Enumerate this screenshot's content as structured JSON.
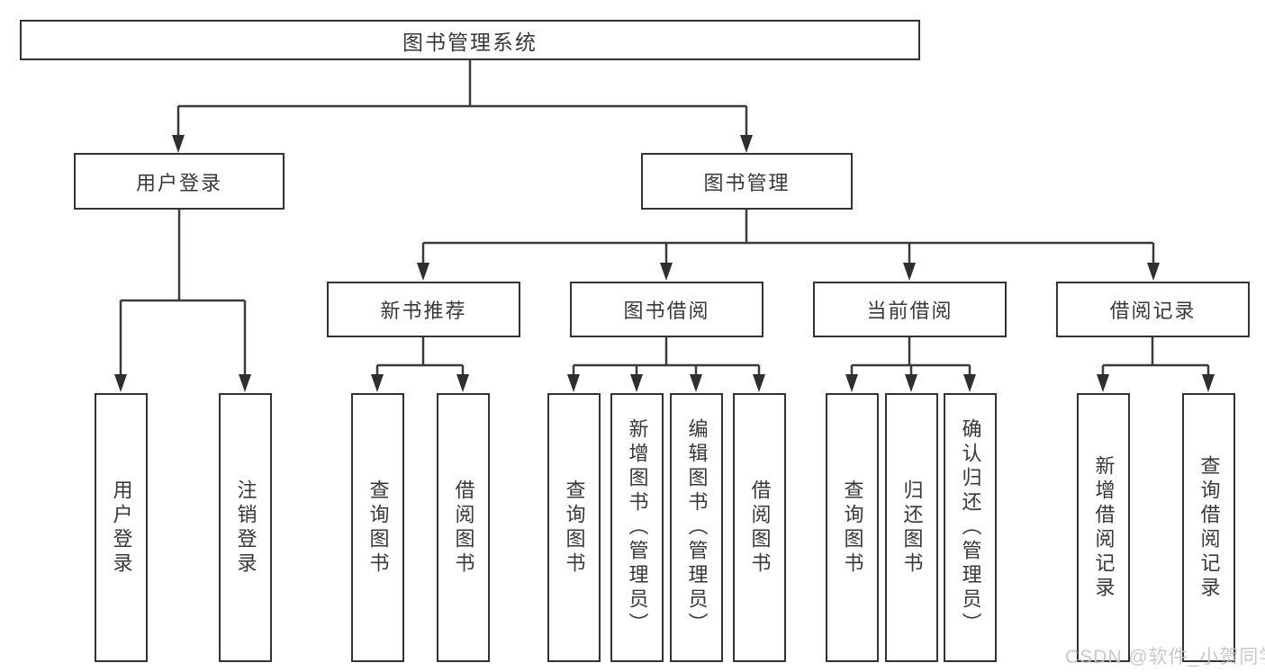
{
  "diagram": {
    "title": "图书管理系统",
    "root": {
      "label": "图书管理系统"
    },
    "level2": {
      "user_login": {
        "label": "用户登录"
      },
      "book_mgmt": {
        "label": "图书管理"
      }
    },
    "level3": {
      "new_book": {
        "label": "新书推荐"
      },
      "book_borrow": {
        "label": "图书借阅"
      },
      "current_borrow": {
        "label": "当前借阅"
      },
      "borrow_record": {
        "label": "借阅记录"
      }
    },
    "leaves": {
      "user_login": [
        "用户登录",
        "注销登录"
      ],
      "new_book": [
        "查询图书",
        "借阅图书"
      ],
      "book_borrow": [
        "查询图书",
        "新增图书（管理员）",
        "编辑图书（管理员）",
        "借阅图书"
      ],
      "current_borrow": [
        "查询图书",
        "归还图书",
        "确认归还（管理员）"
      ],
      "borrow_record": [
        "新增借阅记录",
        "查询借阅记录"
      ]
    }
  },
  "watermark": "CSDN @软件_小贺同学",
  "colors": {
    "line": "#3a3a3a",
    "arrow": "#2f2f2f",
    "border": "#333333",
    "text": "#383838",
    "background": "#ffffff",
    "watermark": "#c4c4c4"
  }
}
